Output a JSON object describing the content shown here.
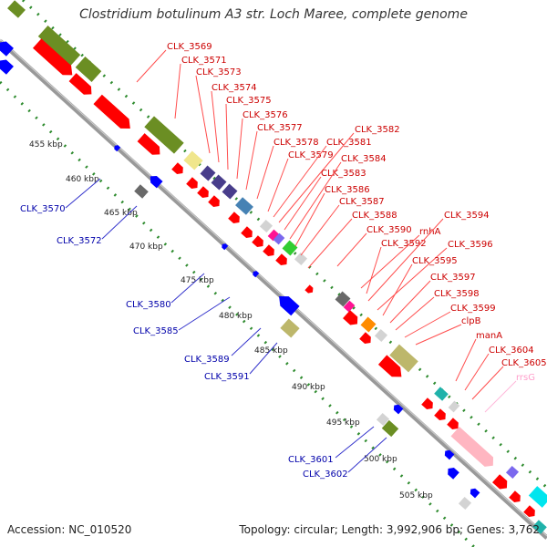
{
  "title": "Clostridium botulinum A3 str. Loch Maree, complete genome",
  "accession": "Accession: NC_010520",
  "summary": "Topology: circular; Length: 3,992,906 bp; Genes: 3,762",
  "colors": {
    "red": "#ff0000",
    "olive": "#6b8e23",
    "khaki": "#bdb76b",
    "navy": "#483d8b",
    "steel": "#4682b4",
    "gray": "#808080",
    "lightgray": "#d3d3d3",
    "magenta": "#ff1493",
    "orange": "#ff8c00",
    "green": "#32cd32",
    "teal": "#20b2aa",
    "cyan": "#00e5ee",
    "pink": "#ffb6c1",
    "blue": "#0000ff",
    "pale": "#f0e68c",
    "purple": "#7b68ee",
    "label_red": "#cc0000",
    "label_blue": "#0000aa",
    "label_pink": "#ff9ecb"
  },
  "scale_ticks": [
    {
      "label": "455 kbp"
    },
    {
      "label": "460 kbp"
    },
    {
      "label": "465 kbp"
    },
    {
      "label": "470 kbp"
    },
    {
      "label": "475 kbp"
    },
    {
      "label": "480 kbp"
    },
    {
      "label": "485 kbp"
    },
    {
      "label": "490 kbp"
    },
    {
      "label": "495 kbp"
    },
    {
      "label": "500 kbp"
    },
    {
      "label": "505 kbp"
    }
  ],
  "genes_upper": [
    {
      "name": "CLK_3569",
      "color": "label_red"
    },
    {
      "name": "CLK_3571",
      "color": "label_red"
    },
    {
      "name": "CLK_3573",
      "color": "label_red"
    },
    {
      "name": "CLK_3574",
      "color": "label_red"
    },
    {
      "name": "CLK_3575",
      "color": "label_red"
    },
    {
      "name": "CLK_3576",
      "color": "label_red"
    },
    {
      "name": "CLK_3577",
      "color": "label_red"
    },
    {
      "name": "CLK_3578",
      "color": "label_red"
    },
    {
      "name": "CLK_3579",
      "color": "label_red"
    },
    {
      "name": "CLK_3581",
      "color": "label_red"
    },
    {
      "name": "CLK_3582",
      "color": "label_red"
    },
    {
      "name": "CLK_3583",
      "color": "label_red"
    },
    {
      "name": "CLK_3584",
      "color": "label_red"
    },
    {
      "name": "CLK_3586",
      "color": "label_red"
    },
    {
      "name": "CLK_3587",
      "color": "label_red"
    },
    {
      "name": "CLK_3588",
      "color": "label_red"
    },
    {
      "name": "CLK_3590",
      "color": "label_red"
    },
    {
      "name": "rnhA",
      "color": "label_red"
    },
    {
      "name": "CLK_3592",
      "color": "label_red"
    },
    {
      "name": "CLK_3594",
      "color": "label_red"
    },
    {
      "name": "CLK_3596",
      "color": "label_red"
    },
    {
      "name": "CLK_3595",
      "color": "label_red"
    },
    {
      "name": "CLK_3597",
      "color": "label_red"
    },
    {
      "name": "CLK_3598",
      "color": "label_red"
    },
    {
      "name": "CLK_3599",
      "color": "label_red"
    },
    {
      "name": "clpB",
      "color": "label_red"
    },
    {
      "name": "manA",
      "color": "label_red"
    },
    {
      "name": "CLK_3604",
      "color": "label_red"
    },
    {
      "name": "CLK_3605",
      "color": "label_red"
    },
    {
      "name": "rrsG",
      "color": "label_pink"
    }
  ],
  "genes_lower": [
    {
      "name": "CLK_3570",
      "color": "label_blue"
    },
    {
      "name": "CLK_3572",
      "color": "label_blue"
    },
    {
      "name": "CLK_3580",
      "color": "label_blue"
    },
    {
      "name": "CLK_3585",
      "color": "label_blue"
    },
    {
      "name": "CLK_3589",
      "color": "label_blue"
    },
    {
      "name": "CLK_3591",
      "color": "label_blue"
    },
    {
      "name": "CLK_3601",
      "color": "label_blue"
    },
    {
      "name": "CLK_3602",
      "color": "label_blue"
    }
  ]
}
